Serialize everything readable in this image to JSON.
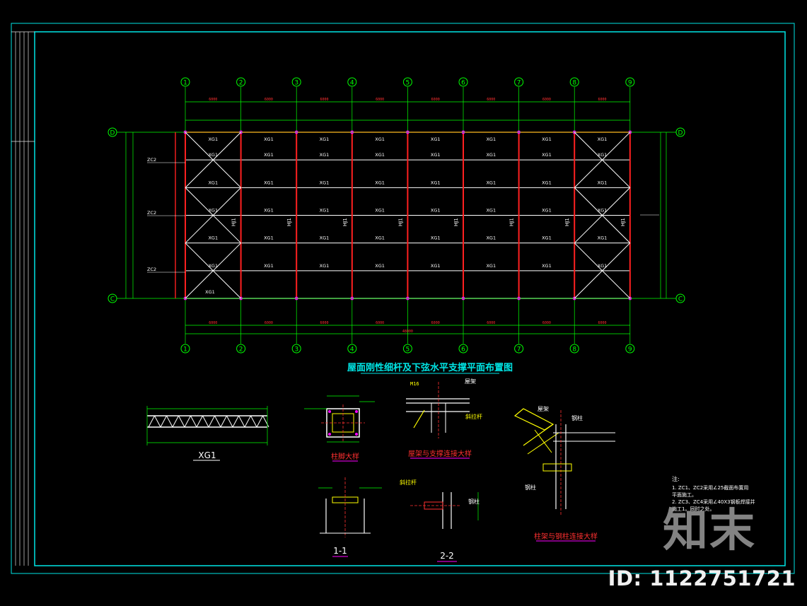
{
  "drawing": {
    "main_title": "屋面刚性细杆及下弦水平支撑平面布置图",
    "grid_columns": [
      "1",
      "2",
      "3",
      "4",
      "5",
      "6",
      "7",
      "8",
      "9"
    ],
    "grid_rows": [
      "D",
      "C"
    ],
    "member_label": "XG1",
    "bracing_labels": [
      "ZC2",
      "ZC2",
      "ZC2"
    ],
    "frame_label": "HJ1",
    "dim_small": "6000",
    "dim_total": "48000"
  },
  "details": {
    "truss_title": "XG1",
    "column_detail_title": "柱脚大样",
    "section_1_title": "1-1",
    "section_2_title": "2-2",
    "beam_detail_title": "屋架与支撑连接大样",
    "joint_detail_title": "柱架与钢柱连接大样",
    "callout_1": "斜拉杆",
    "callout_2": "钢柱",
    "callout_3": "屋架",
    "callout_4": "钢柱"
  },
  "notes": {
    "heading": "注:",
    "lines": [
      "1. ZC1、ZC2采用∠25截面布置用",
      "   平面施工。",
      "2. ZC3、ZC4采用∠40X3钢板焊接并",
      "   施工1。同时之处。"
    ]
  },
  "watermark": {
    "logo": "知末",
    "id_text": "ID: 1122751721"
  },
  "colors": {
    "frame_cyan": "#00e5e5",
    "grid_green": "#00ff00",
    "column_red": "#ff2020",
    "member_white": "#ffffff",
    "dim_red": "#ff3030",
    "magenta": "#ff00ff",
    "yellow": "#ffff00"
  }
}
